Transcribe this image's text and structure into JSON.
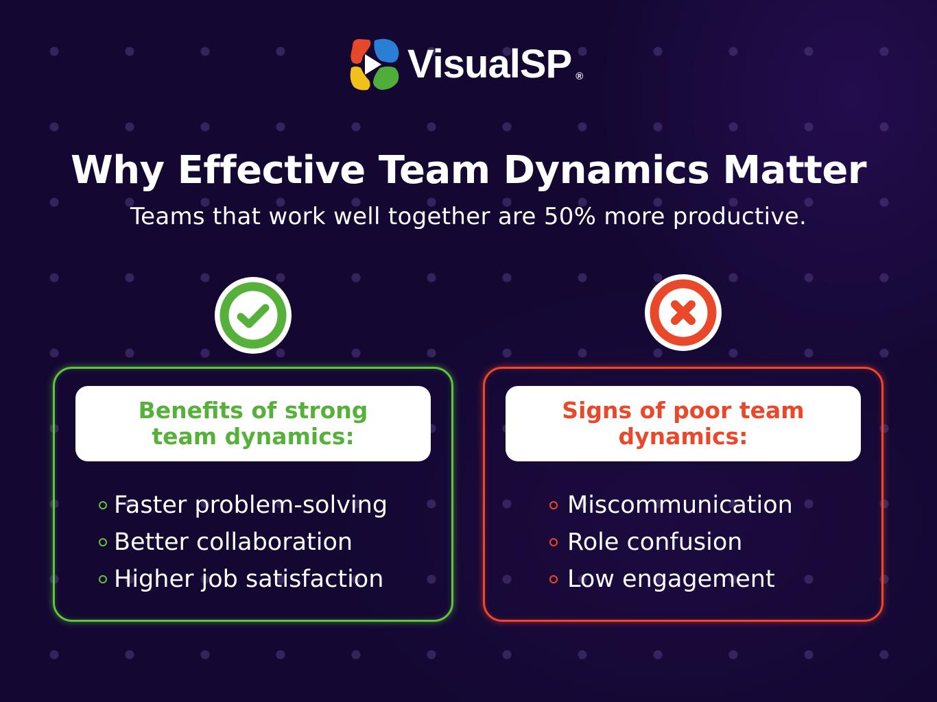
{
  "brand": {
    "name": "VisualSP",
    "registered_mark": "®",
    "logo_colors": {
      "red": "#e8482a",
      "blue": "#2a7fd4",
      "yellow": "#f2c01a",
      "green": "#4fae3a"
    }
  },
  "header": {
    "title": "Why Effective Team Dynamics Matter",
    "subtitle": "Teams that work well together are 50% more productive."
  },
  "panels": {
    "good": {
      "icon": "check-circle-icon",
      "accent_color": "#5fc63b",
      "heading": "Benefits of strong team dynamics:",
      "items": [
        "Faster problem-solving",
        "Better collaboration",
        "Higher job satisfaction"
      ]
    },
    "bad": {
      "icon": "x-circle-icon",
      "accent_color": "#f0462a",
      "heading": "Signs of poor team dynamics:",
      "items": [
        "Miscommunication",
        "Role confusion",
        "Low engagement"
      ]
    }
  },
  "theme": {
    "background": "#140833",
    "text": "#ffffff"
  }
}
